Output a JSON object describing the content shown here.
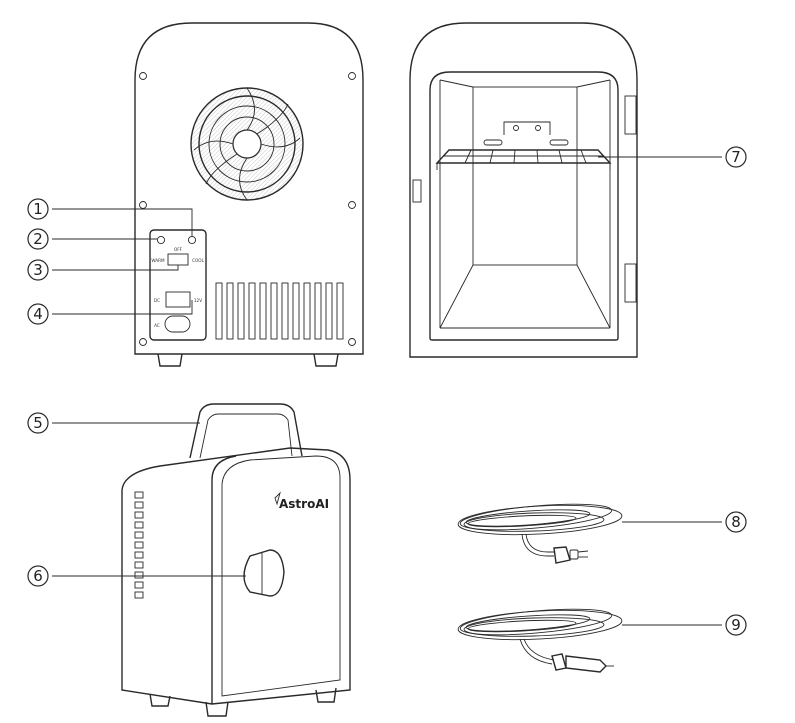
{
  "callouts": [
    {
      "id": "1"
    },
    {
      "id": "2"
    },
    {
      "id": "3"
    },
    {
      "id": "4"
    },
    {
      "id": "5"
    },
    {
      "id": "6"
    },
    {
      "id": "7"
    },
    {
      "id": "8"
    },
    {
      "id": "9"
    }
  ],
  "callout_symbols": [
    "①",
    "②",
    "③",
    "④",
    "⑤",
    "⑥",
    "⑦",
    "⑧",
    "⑨"
  ],
  "panel": {
    "switch_label_off": "OFF",
    "switch_label_warm": "WARM",
    "switch_label_cool": "COOL",
    "power_label_dc": "DC",
    "power_label_12v": "12V",
    "power_label_ac": "AC"
  },
  "brand": {
    "logo_text": "AstroAI"
  },
  "colors": {
    "line": "#2a2a2a",
    "background": "#ffffff"
  }
}
